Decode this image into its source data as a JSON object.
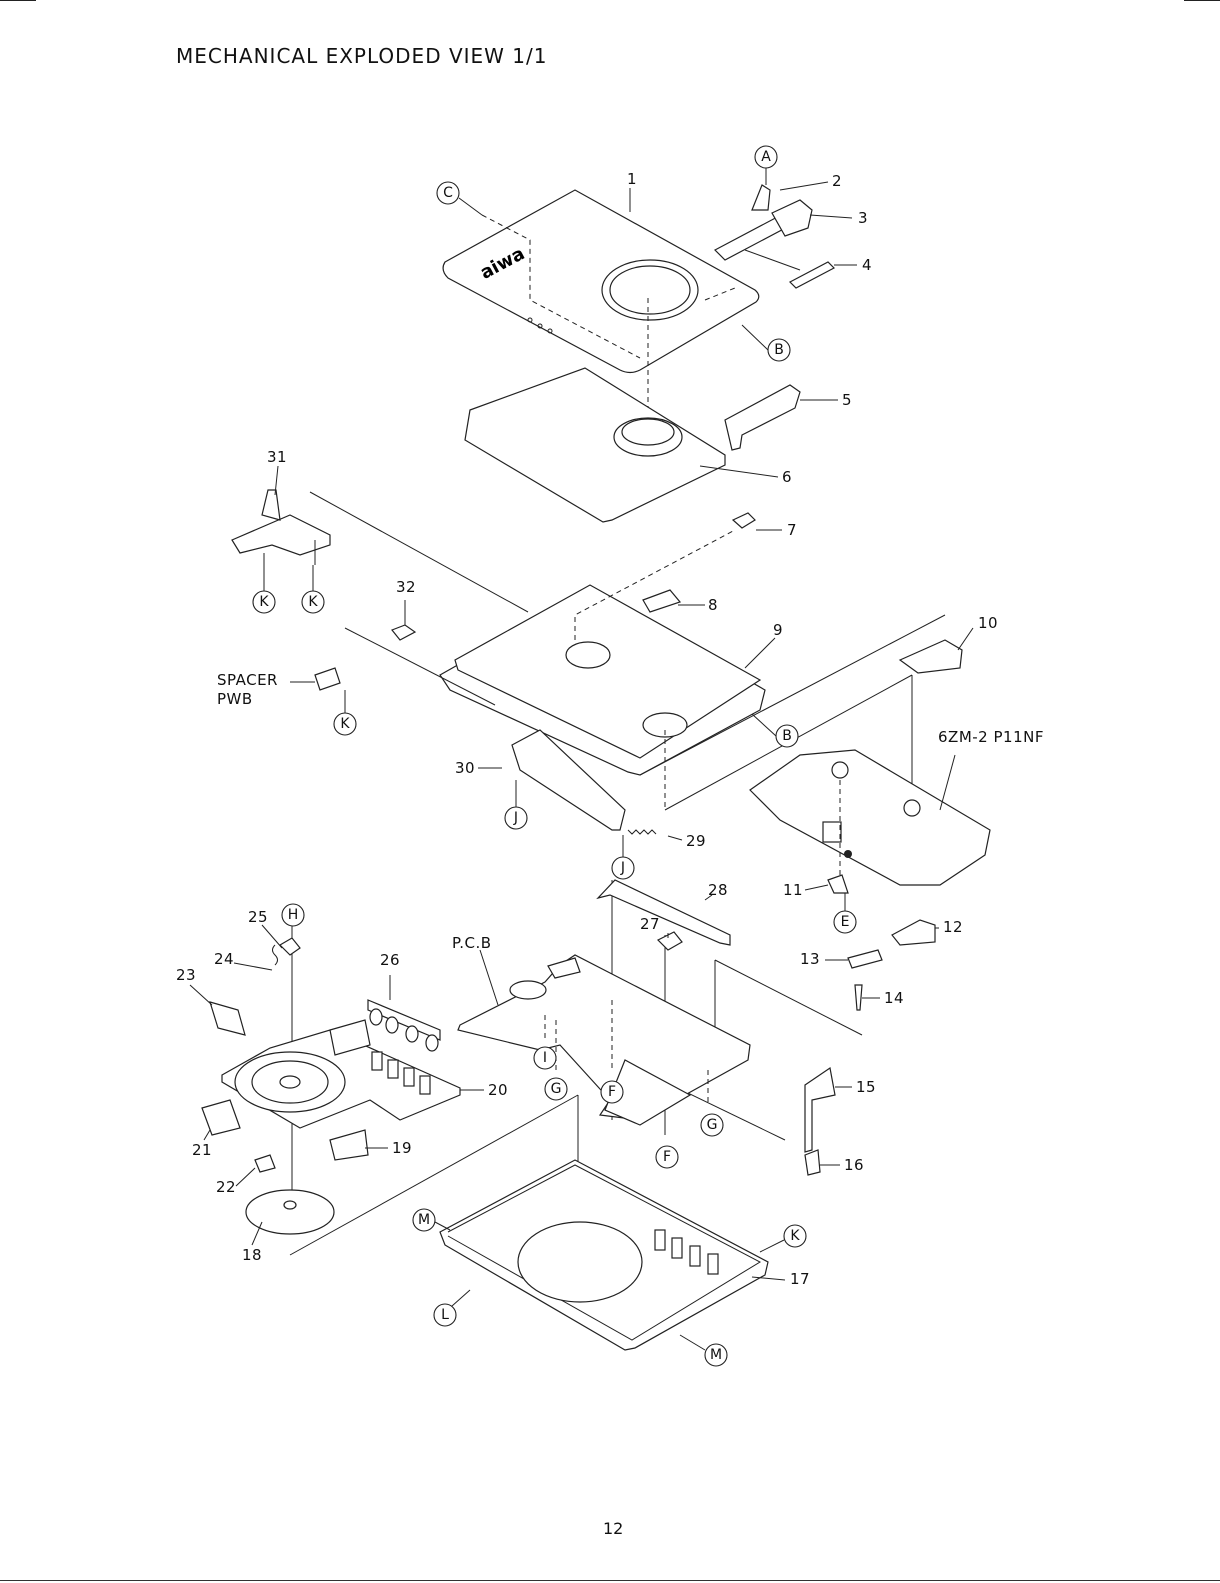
{
  "header": {
    "title": "MECHANICAL  EXPLODED  VIEW 1/1"
  },
  "footer": {
    "page_number": "12"
  },
  "diagram": {
    "brand": "aiwa",
    "part_numbers": [
      "1",
      "2",
      "3",
      "4",
      "5",
      "6",
      "7",
      "8",
      "9",
      "10",
      "11",
      "12",
      "13",
      "14",
      "15",
      "16",
      "17",
      "18",
      "19",
      "20",
      "21",
      "22",
      "23",
      "24",
      "25",
      "26",
      "27",
      "28",
      "29",
      "30",
      "31",
      "32"
    ],
    "labels": {
      "spacer": "SPACER",
      "pwb": "PWB",
      "pcb": "P.C.B",
      "pickup": "6ZM-2 P11NF"
    },
    "connectors": [
      "A",
      "B",
      "B",
      "C",
      "E",
      "F",
      "F",
      "G",
      "G",
      "H",
      "I",
      "J",
      "J",
      "K",
      "K",
      "K",
      "K",
      "L",
      "M",
      "M"
    ]
  }
}
